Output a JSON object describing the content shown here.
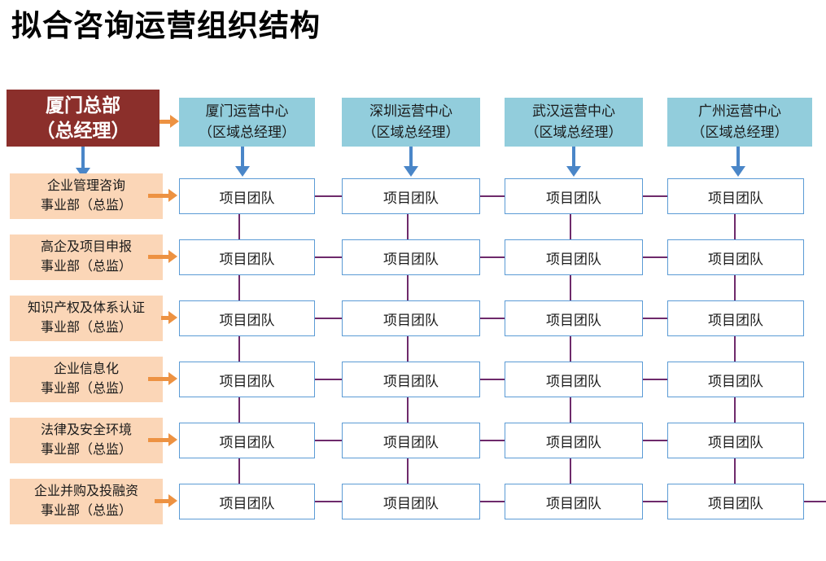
{
  "title": "拟合咨询运营组织结构",
  "headquarters": {
    "line1": "厦门总部",
    "line2": "（总经理）",
    "color": "#8B2F2B",
    "text_color": "#FFFFFF"
  },
  "regions": {
    "color": "#92CDDC",
    "items": [
      {
        "line1": "厦门运营中心",
        "line2": "（区域总经理）"
      },
      {
        "line1": "深圳运营中心",
        "line2": "（区域总经理）"
      },
      {
        "line1": "武汉运营中心",
        "line2": "（区域总经理）"
      },
      {
        "line1": "广州运营中心",
        "line2": "（区域总经理）"
      }
    ]
  },
  "departments": {
    "color": "#FBD6B7",
    "items": [
      {
        "line1": "企业管理咨询",
        "line2": "事业部（总监）"
      },
      {
        "line1": "高企及项目申报",
        "line2": "事业部（总监）"
      },
      {
        "line1": "知识产权及体系认证",
        "line2": "事业部（总监）"
      },
      {
        "line1": "企业信息化",
        "line2": "事业部（总监）"
      },
      {
        "line1": "法律及安全环境",
        "line2": "事业部（总监）"
      },
      {
        "line1": "企业并购及投融资",
        "line2": "事业部（总监）"
      }
    ]
  },
  "grid": {
    "cell_label": "项目团队",
    "border_color": "#5B9BD5",
    "rows": 6,
    "columns": 4,
    "cells": [
      [
        "项目团队",
        "项目团队",
        "项目团队",
        "项目团队"
      ],
      [
        "项目团队",
        "项目团队",
        "项目团队",
        "项目团队"
      ],
      [
        "项目团队",
        "项目团队",
        "项目团队",
        "项目团队"
      ],
      [
        "项目团队",
        "项目团队",
        "项目团队",
        "项目团队"
      ],
      [
        "项目团队",
        "项目团队",
        "项目团队",
        "项目团队"
      ],
      [
        "项目团队",
        "项目团队",
        "项目团队",
        "项目团队"
      ]
    ]
  },
  "connectors": {
    "vertical_line_color": "#6E2A6B",
    "horizontal_line_color": "#6E2A6B",
    "region_arrow_color": "#4A86C8",
    "department_arrow_color": "#ED9242"
  }
}
